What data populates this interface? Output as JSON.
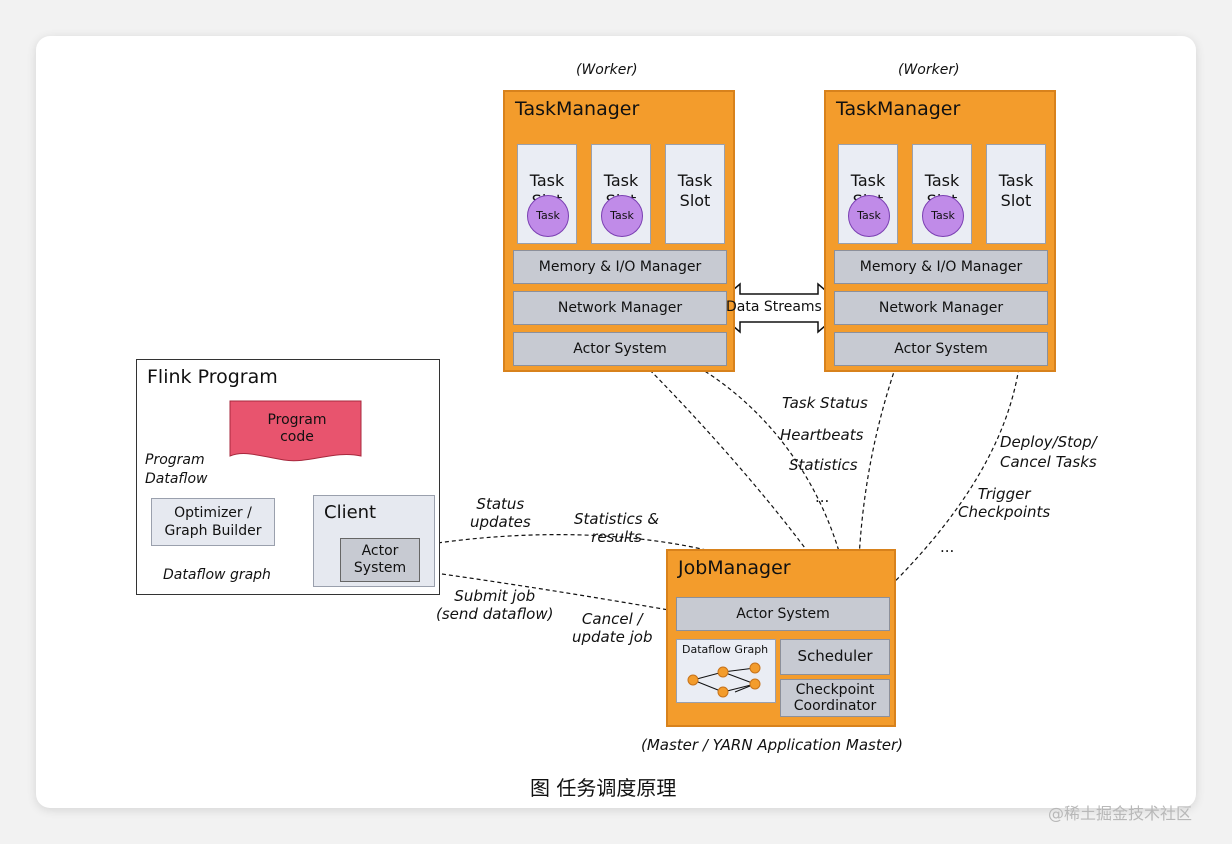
{
  "diagram": {
    "taskmanager_left": {
      "role": "(Worker)",
      "title": "TaskManager",
      "slots": [
        {
          "label": "Task\nSlot",
          "task": "Task"
        },
        {
          "label": "Task\nSlot",
          "task": "Task"
        },
        {
          "label": "Task\nSlot",
          "task": ""
        }
      ],
      "memory": "Memory & I/O Manager",
      "network": "Network Manager",
      "actor": "Actor System"
    },
    "taskmanager_right": {
      "role": "(Worker)",
      "title": "TaskManager",
      "slots": [
        {
          "label": "Task\nSlot",
          "task": "Task"
        },
        {
          "label": "Task\nSlot",
          "task": "Task"
        },
        {
          "label": "Task\nSlot",
          "task": ""
        }
      ],
      "memory": "Memory & I/O Manager",
      "network": "Network Manager",
      "actor": "Actor System"
    },
    "data_streams": "Data Streams",
    "flink_program": {
      "title": "Flink Program",
      "program_code": "Program\ncode",
      "program_dataflow": "Program\nDataflow",
      "optimizer": "Optimizer /\nGraph Builder",
      "dataflow_graph": "Dataflow graph",
      "client_title": "Client",
      "client_actor": "Actor\nSystem"
    },
    "jobmanager": {
      "title": "JobManager",
      "actor": "Actor System",
      "dataflow_graph": "Dataflow Graph",
      "scheduler": "Scheduler",
      "checkpoint": "Checkpoint\nCoordinator",
      "role": "(Master / YARN Application Master)"
    },
    "labels": {
      "status_updates": "Status\nupdates",
      "statistics_results": "Statistics &\nresults",
      "submit_job": "Submit job\n(send dataflow)",
      "cancel_update": "Cancel /\nupdate job",
      "task_status": "Task Status",
      "heartbeats": "Heartbeats",
      "statistics": "Statistics",
      "ellipsis1": "...",
      "deploy": "Deploy/Stop/\nCancel Tasks",
      "trigger": "Trigger\nCheckpoints",
      "ellipsis2": "..."
    }
  },
  "caption": "图  任务调度原理",
  "watermark": "@稀土掘金技术社区",
  "colors": {
    "orange": "#f39c2c",
    "task_purple": "#c08be8",
    "program_red": "#e8546e",
    "grey_box": "#c7cad2",
    "light_box": "#eaedf4"
  }
}
